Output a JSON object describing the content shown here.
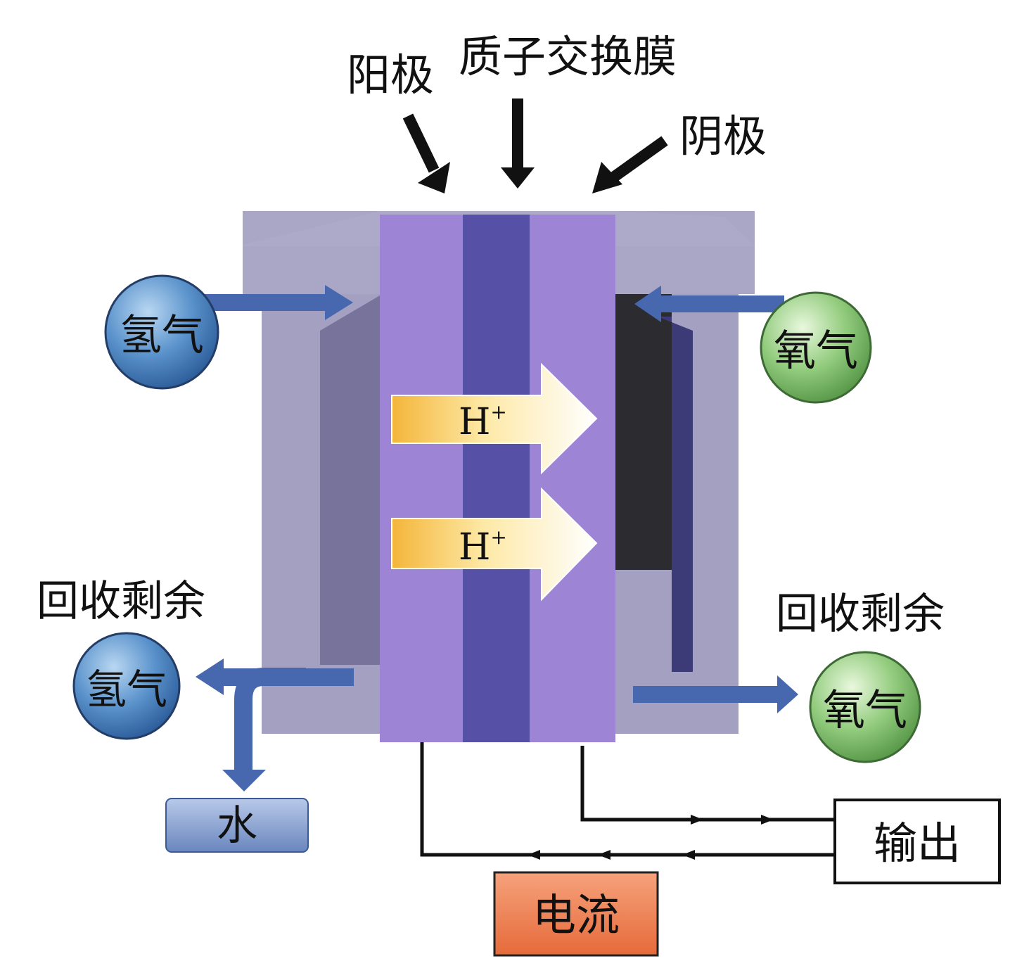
{
  "labels": {
    "anode": "阳极",
    "membrane": "质子交换膜",
    "cathode": "阴极",
    "h_in": "氢气",
    "o_in": "氧气",
    "recover_left": "回收剩余",
    "recover_right": "回收剩余",
    "h_out": "氢气",
    "o_out": "氧气",
    "water": "水",
    "output": "输出",
    "current": "电流"
  },
  "proton": {
    "symbol": "H",
    "charge": "+"
  },
  "colors": {
    "frame": "#a8a5c6",
    "frame_dark": "#77739b",
    "purple": "#9c83d3",
    "membrane": "#5651a6",
    "cathode_dark": "#2b2b30",
    "pipe": "#4767ae",
    "hydrogen_ball": "#4f86c2",
    "oxygen_ball": "#86c275",
    "current_box": "#e9774a",
    "water_box": "#7f9ccd"
  }
}
